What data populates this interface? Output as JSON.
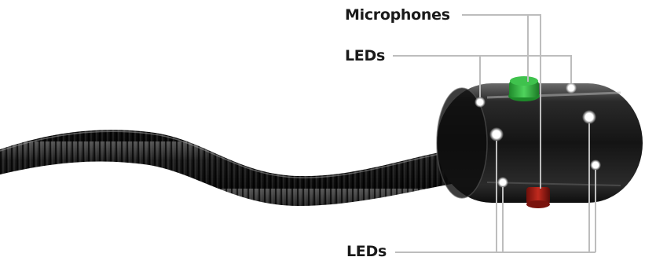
{
  "labels": {
    "microphones": "Microphones",
    "leds_top": "LEDs",
    "leds_bottom": "LEDs"
  },
  "colors": {
    "leader_line": "#bdbdbd",
    "mic_top": "#2fae3a",
    "mic_bottom": "#9a1b14",
    "body": "#1c1c1c",
    "led": "#ffffff"
  }
}
